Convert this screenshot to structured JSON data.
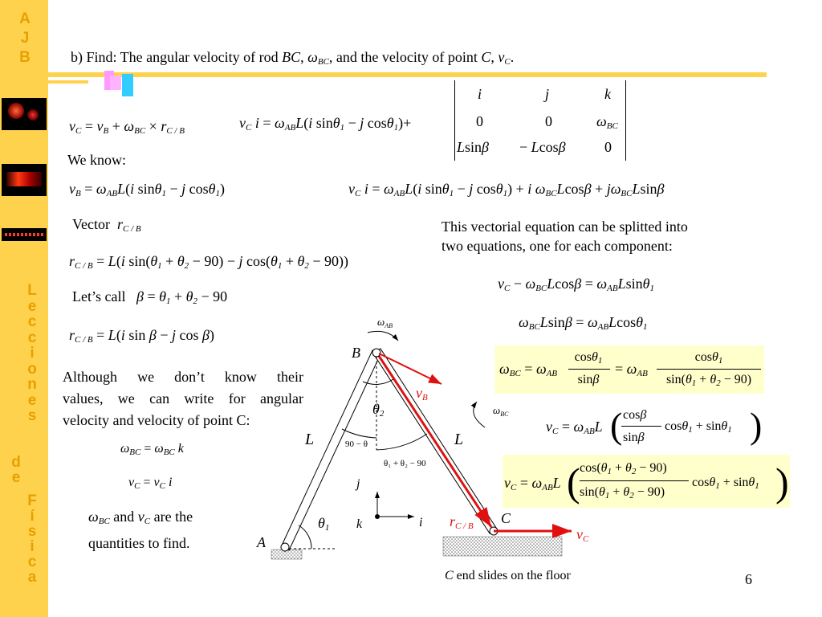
{
  "sidebar": {
    "logo_letters": [
      "A",
      "J",
      "B"
    ],
    "vertical_title": [
      "L",
      "e",
      "c",
      "c",
      "i",
      "o",
      "n",
      "e",
      "s"
    ],
    "vertical_de": [
      "d",
      "e"
    ],
    "vertical_fisica": [
      "F",
      "í",
      "s",
      "i",
      "c",
      "a"
    ]
  },
  "header": {
    "prefix": "b) Find: The angular velocity of rod ",
    "rod": "BC",
    "mid": ", and the velocity of point ",
    "point": "C",
    "end": "."
  },
  "text": {
    "we_know": "We know:",
    "vector": "Vector",
    "lets_call": "Let’s call",
    "explain_line1": "This vectorial equation can be splitted into",
    "explain_line2": "two equations, one for each component:",
    "although_1": "Although we don’t know their",
    "although_2": "values, we can write for angular",
    "although_3": "velocity and velocity of point C:",
    "and": " and ",
    "are_the": " are the",
    "quantities": "quantities to find.",
    "footer_c": "C",
    "footer_rest": " end slides on the floor",
    "page_number": "6"
  },
  "diagram": {
    "label_A": "A",
    "label_B": "B",
    "label_C": "C",
    "label_L": "L",
    "label_vB": "v",
    "label_vB_sub": "B",
    "label_vC": "v",
    "label_vC_sub": "C",
    "label_r": "r",
    "label_r_sub": "C / B",
    "angle_90_theta1": "90 − θ",
    "angle_sum": "θ₁ + θ₂ − 90",
    "theta1": "θ",
    "theta2": "θ",
    "i": "i",
    "j": "j",
    "k": "k",
    "omega_ab": "ω",
    "omega_ab_sub": "AB",
    "omega_bc": "ω",
    "omega_bc_sub": "BC"
  },
  "colors": {
    "sidebar": "#ffd24d",
    "sidebar_text": "#e7a000",
    "accent_red": "#e01010",
    "highlight": "#ffffcc"
  }
}
